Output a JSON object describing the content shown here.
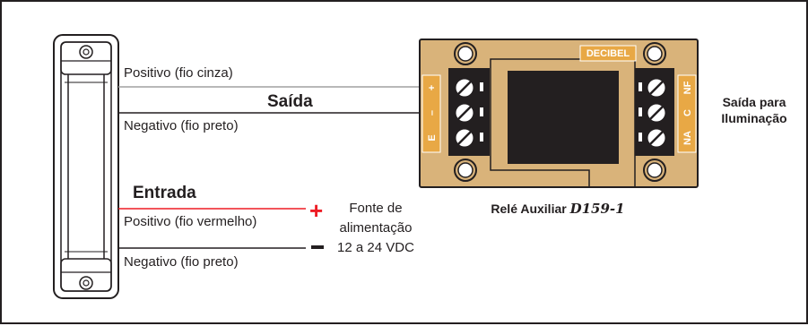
{
  "sensor": {
    "output_positive": "Positivo (fio cinza)",
    "output_section": "Saída",
    "output_negative": "Negativo (fio preto)",
    "input_section": "Entrada",
    "input_positive": "Positivo (fio vermelho)",
    "input_negative": "Negativo (fio preto)"
  },
  "power_supply": {
    "plus_symbol": "+",
    "line1": "Fonte de",
    "line2": "alimentação",
    "line3": "12 a 24 VDC"
  },
  "relay": {
    "brand": "DECIBEL",
    "caption_prefix": "Relé Auxiliar ",
    "model": "D159-1",
    "left_terminals": [
      "+",
      "–",
      "E"
    ],
    "right_terminals": [
      "NF",
      "C",
      "NA"
    ],
    "output_label_line1": "Saída para",
    "output_label_line2": "Iluminação"
  },
  "colors": {
    "board": "#d9b37a",
    "terminal_block": "#231f20",
    "label_chip": "#e8a845",
    "positive_input_wire": "#ed1c24",
    "positive_output_wire": "#a0a0a0",
    "negative_wire": "#231f20"
  }
}
